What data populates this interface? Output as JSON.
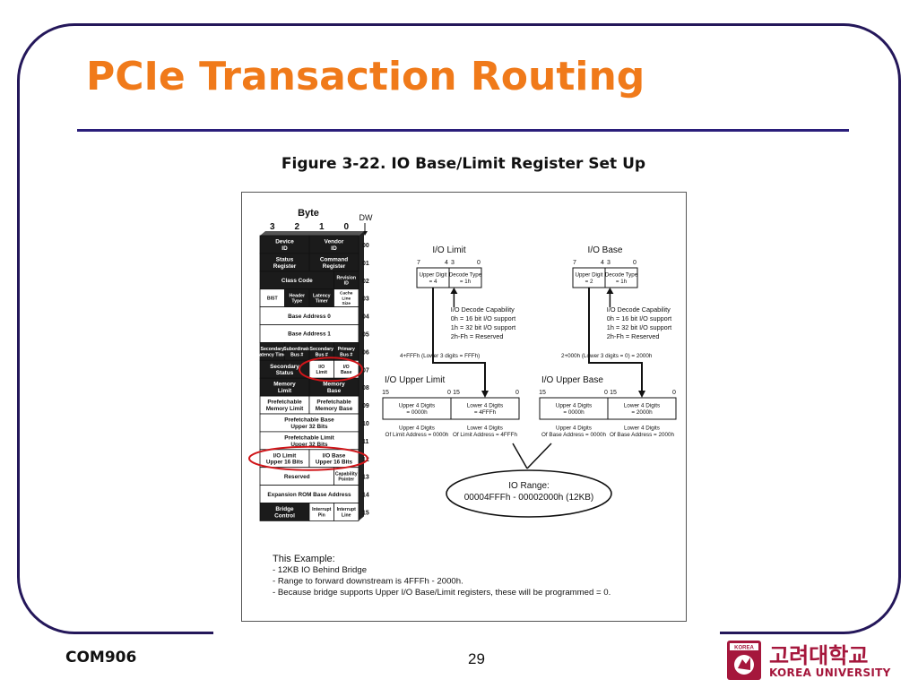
{
  "slide": {
    "title": "PCIe Transaction Routing",
    "caption": "Figure 3-22. IO Base/Limit Register Set Up",
    "course": "COM906",
    "page_number": "29",
    "university_korean": "고려대학교",
    "university_english": "KOREA UNIVERSITY",
    "emblem_text": "KOREA"
  },
  "header": {
    "byte": "Byte",
    "byte_cols": [
      "3",
      "2",
      "1",
      "0"
    ],
    "dw": "DW"
  },
  "rows": [
    {
      "dw": "00",
      "cells": [
        {
          "text": [
            "Device",
            "ID"
          ],
          "span": 2,
          "dark": true
        },
        {
          "text": [
            "Vendor",
            "ID"
          ],
          "span": 2,
          "dark": true
        }
      ]
    },
    {
      "dw": "01",
      "cells": [
        {
          "text": [
            "Status",
            "Register"
          ],
          "span": 2,
          "dark": true
        },
        {
          "text": [
            "Command",
            "Register"
          ],
          "span": 2,
          "dark": true
        }
      ]
    },
    {
      "dw": "02",
      "cells": [
        {
          "text": [
            "Class Code"
          ],
          "span": 3,
          "dark": true
        },
        {
          "text": [
            "Revision",
            "ID"
          ],
          "span": 1,
          "dark": true
        }
      ]
    },
    {
      "dw": "03",
      "cells": [
        {
          "text": [
            "BIST"
          ],
          "span": 1,
          "dark": false
        },
        {
          "text": [
            "Header",
            "Type"
          ],
          "span": 1,
          "dark": true
        },
        {
          "text": [
            "Latency",
            "Timer"
          ],
          "span": 1,
          "dark": true
        },
        {
          "text": [
            "Cache",
            "Line",
            "Size"
          ],
          "span": 1,
          "dark": false
        }
      ]
    },
    {
      "dw": "04",
      "cells": [
        {
          "text": [
            "Base Address 0"
          ],
          "span": 4,
          "dark": false
        }
      ]
    },
    {
      "dw": "05",
      "cells": [
        {
          "text": [
            "Base Address 1"
          ],
          "span": 4,
          "dark": false
        }
      ]
    },
    {
      "dw": "06",
      "cells": [
        {
          "text": [
            "Secondary",
            "Latency Timer"
          ],
          "span": 1,
          "dark": true
        },
        {
          "text": [
            "Subordinate",
            "Bus #"
          ],
          "span": 1,
          "dark": true
        },
        {
          "text": [
            "Secondary",
            "Bus #"
          ],
          "span": 1,
          "dark": true
        },
        {
          "text": [
            "Primary",
            "Bus #"
          ],
          "span": 1,
          "dark": true
        }
      ]
    },
    {
      "dw": "07",
      "cells": [
        {
          "text": [
            "Secondary",
            "Status"
          ],
          "span": 2,
          "dark": true
        },
        {
          "text": [
            "I/O",
            "Limit"
          ],
          "span": 1,
          "dark": false
        },
        {
          "text": [
            "I/O",
            "Base"
          ],
          "span": 1,
          "dark": false
        }
      ]
    },
    {
      "dw": "08",
      "cells": [
        {
          "text": [
            "Memory",
            "Limit"
          ],
          "span": 2,
          "dark": true
        },
        {
          "text": [
            "Memory",
            "Base"
          ],
          "span": 2,
          "dark": true
        }
      ]
    },
    {
      "dw": "09",
      "cells": [
        {
          "text": [
            "Prefetchable",
            "Memory Limit"
          ],
          "span": 2,
          "dark": false
        },
        {
          "text": [
            "Prefetchable",
            "Memory Base"
          ],
          "span": 2,
          "dark": false
        }
      ]
    },
    {
      "dw": "10",
      "cells": [
        {
          "text": [
            "Prefetchable Base",
            "Upper 32 Bits"
          ],
          "span": 4,
          "dark": false
        }
      ]
    },
    {
      "dw": "11",
      "cells": [
        {
          "text": [
            "Prefetchable Limit",
            "Upper 32 Bits"
          ],
          "span": 4,
          "dark": false
        }
      ]
    },
    {
      "dw": "12",
      "cells": [
        {
          "text": [
            "I/O Limit",
            "Upper 16 Bits"
          ],
          "span": 2,
          "dark": false
        },
        {
          "text": [
            "I/O Base",
            "Upper 16 Bits"
          ],
          "span": 2,
          "dark": false
        }
      ]
    },
    {
      "dw": "13",
      "cells": [
        {
          "text": [
            "Reserved"
          ],
          "span": 3,
          "dark": false
        },
        {
          "text": [
            "Capability",
            "Pointer"
          ],
          "span": 1,
          "dark": false
        }
      ]
    },
    {
      "dw": "14",
      "cells": [
        {
          "text": [
            "Expansion ROM Base Address"
          ],
          "span": 4,
          "dark": false
        }
      ]
    },
    {
      "dw": "15",
      "cells": [
        {
          "text": [
            "Bridge",
            "Control"
          ],
          "span": 2,
          "dark": true
        },
        {
          "text": [
            "Interrupt",
            "Pin"
          ],
          "span": 1,
          "dark": false
        },
        {
          "text": [
            "Interrupt",
            "Line"
          ],
          "span": 1,
          "dark": false
        }
      ]
    }
  ],
  "io_limit": {
    "title": "I/O Limit",
    "bits": [
      "7",
      "4",
      "3",
      "0"
    ],
    "upper_field": [
      "Upper Digit",
      "= 4"
    ],
    "decode_field": [
      "Decode Type",
      "= 1h"
    ],
    "decode_notes": [
      "I/O Decode Capability",
      "0h = 16 bit I/O support",
      "1h = 32 bit I/O support",
      "2h-Fh = Reserved"
    ],
    "calc": "4+FFFh (Lower 3 digits = FFFh)"
  },
  "io_base": {
    "title": "I/O Base",
    "bits": [
      "7",
      "4",
      "3",
      "0"
    ],
    "upper_field": [
      "Upper Digit",
      "= 2"
    ],
    "decode_field": [
      "Decode Type",
      "= 1h"
    ],
    "decode_notes": [
      "I/O Decode Capability",
      "0h = 16 bit I/O support",
      "1h = 32 bit I/O support",
      "2h-Fh = Reserved"
    ],
    "calc": "2+000h (Lower 3 digits = 0) = 2000h"
  },
  "io_upper_limit": {
    "title": "I/O Upper Limit",
    "bits": [
      "15",
      "0",
      "15",
      "0"
    ],
    "left_box": [
      "Upper 4 Digits",
      "= 0000h"
    ],
    "right_box": [
      "Lower 4 Digits",
      "= 4FFFh"
    ],
    "left_caption": [
      "Upper 4 Digits",
      "Of Limit Address = 0000h"
    ],
    "right_caption": [
      "Lower 4 Digits",
      "Of  Limit Address = 4FFFh"
    ]
  },
  "io_upper_base": {
    "title": "I/O Upper Base",
    "bits": [
      "15",
      "0",
      "15",
      "0"
    ],
    "left_box": [
      "Upper 4 Digits",
      "= 0000h"
    ],
    "right_box": [
      "Lower 4 Digits",
      "= 2000h"
    ],
    "left_caption": [
      "Upper 4 Digits",
      "Of  Base Address = 0000h"
    ],
    "right_caption": [
      "Lower 4 Digits",
      "Of  Base Address = 2000h"
    ]
  },
  "io_range": {
    "label": "IO Range:",
    "value": "00004FFFh - 00002000h (12KB)"
  },
  "example": {
    "title": "This Example:",
    "lines": [
      "- 12KB IO Behind Bridge",
      "- Range to forward downstream is 4FFFh - 2000h.",
      "- Because bridge supports Upper I/O Base/Limit registers, these will be programmed = 0."
    ]
  }
}
